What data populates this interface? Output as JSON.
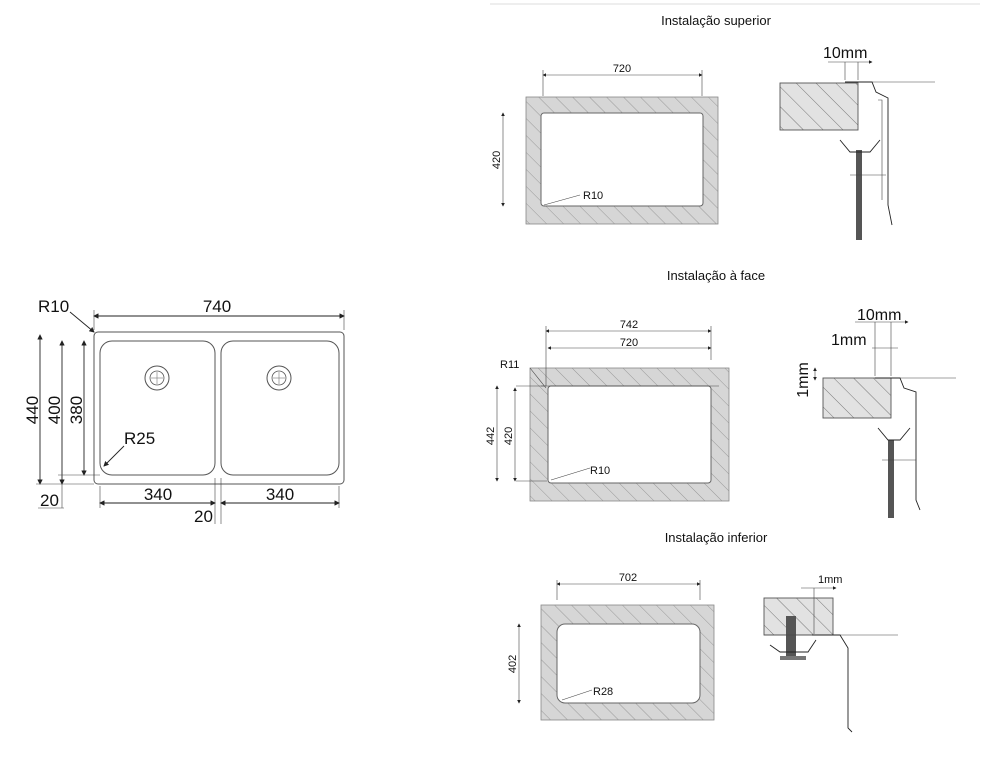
{
  "sections": {
    "superior": {
      "title": "Instalação superior",
      "w": "720",
      "h": "420",
      "radius": "R10",
      "profile_gap": "10mm"
    },
    "face": {
      "title": "Instalação à face",
      "w_outer": "742",
      "w_inner": "720",
      "h_outer": "442",
      "h_inner": "420",
      "radius_outer": "R11",
      "radius_inner": "R10",
      "gap_h": "10mm",
      "gap_v": "1mm",
      "gap_v2": "1mm"
    },
    "inferior": {
      "title": "Instalação inferior",
      "w": "702",
      "h": "402",
      "radius": "R28",
      "profile_gap": "1mm"
    }
  },
  "sink": {
    "corner_radius": "R10",
    "width": "740",
    "h440": "440",
    "h400": "400",
    "h380": "380",
    "bowl_radius": "R25",
    "bowl_left": "340",
    "bowl_right": "340",
    "divider": "20",
    "bottom_margin": "20"
  }
}
